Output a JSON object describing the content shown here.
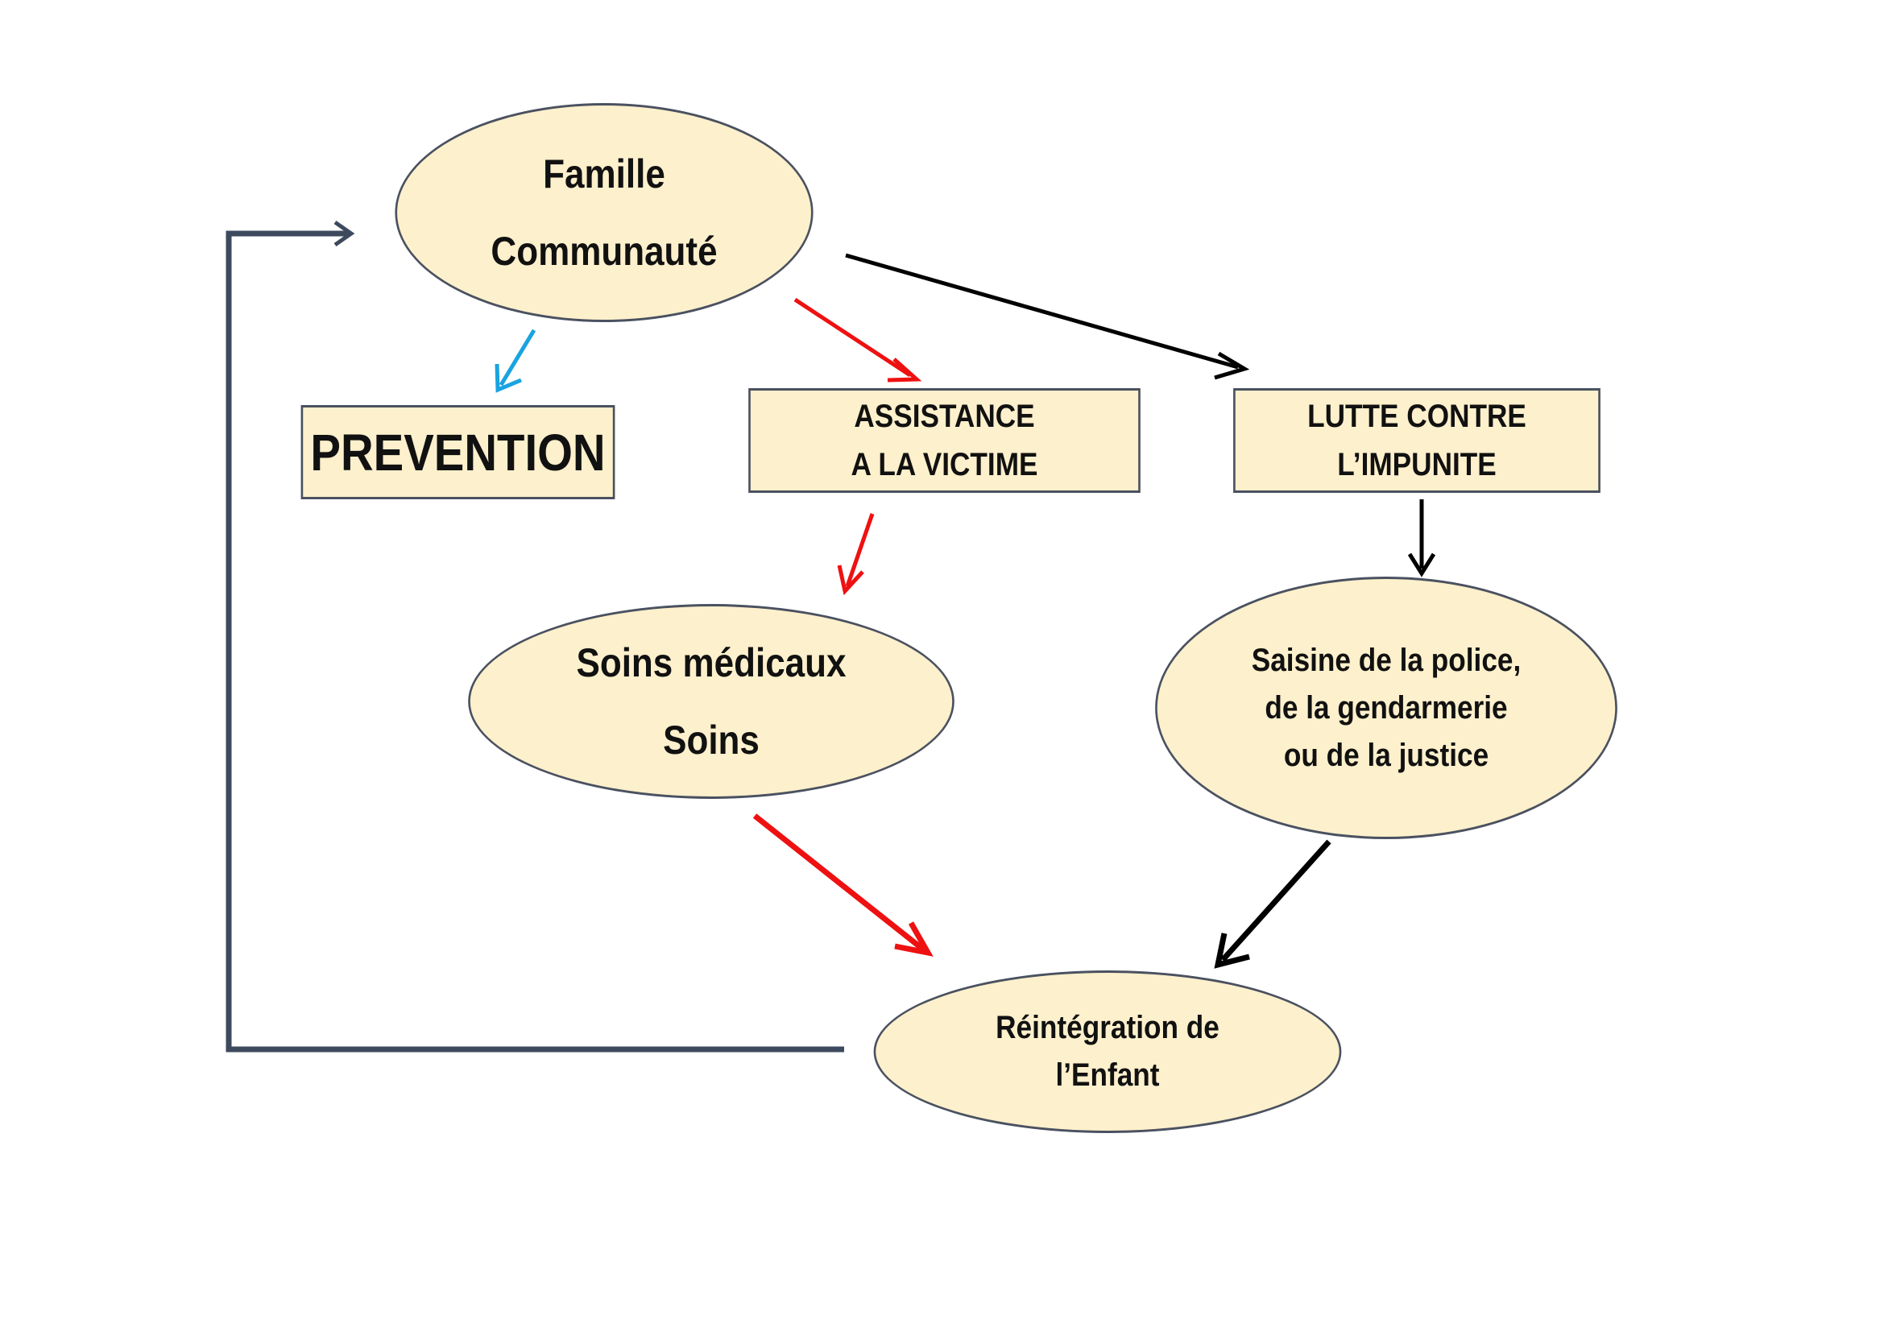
{
  "diagram": {
    "colors": {
      "node_fill": "#fdf0cc",
      "node_border": "#4a5160",
      "arrow_blue": "#1aa3e0",
      "arrow_red": "#ee1111",
      "arrow_black": "#000000",
      "arrow_slate": "#3d4a5e"
    },
    "nodes": {
      "famille": {
        "line1": "Famille",
        "line2": "Communauté"
      },
      "prevention": {
        "label": "PREVENTION"
      },
      "assistance": {
        "line1": "ASSISTANCE",
        "line2": "A LA VICTIME"
      },
      "lutte": {
        "line1": "LUTTE CONTRE",
        "line2": "L’IMPUNITE"
      },
      "soins": {
        "line1": "Soins médicaux",
        "line2": "Soins"
      },
      "saisine": {
        "line1": "Saisine de la police,",
        "line2": "de la gendarmerie",
        "line3": "ou de la justice"
      },
      "reintegration": {
        "line1": "Réintégration de",
        "line2": "l’Enfant"
      }
    },
    "edges": [
      {
        "from": "famille",
        "to": "prevention",
        "color": "blue"
      },
      {
        "from": "famille",
        "to": "assistance",
        "color": "red"
      },
      {
        "from": "famille",
        "to": "lutte",
        "color": "black"
      },
      {
        "from": "assistance",
        "to": "soins",
        "color": "red"
      },
      {
        "from": "lutte",
        "to": "saisine",
        "color": "black"
      },
      {
        "from": "soins",
        "to": "reintegration",
        "color": "red"
      },
      {
        "from": "saisine",
        "to": "reintegration",
        "color": "black"
      },
      {
        "from": "reintegration",
        "to": "famille",
        "color": "slate"
      }
    ]
  }
}
